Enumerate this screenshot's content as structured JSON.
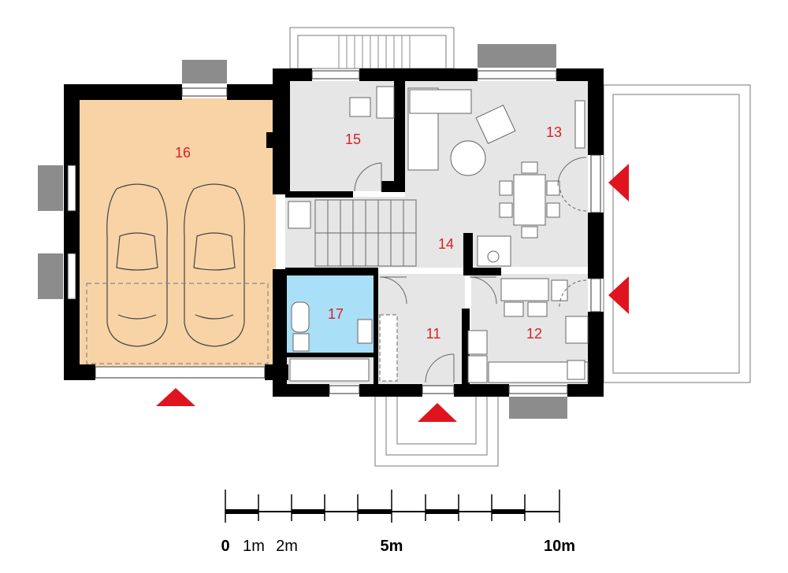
{
  "rooms": [
    {
      "id": "r11",
      "label": "11",
      "color": "#e6e6e6"
    },
    {
      "id": "r12",
      "label": "12",
      "color": "#e6e6e6"
    },
    {
      "id": "r13",
      "label": "13",
      "color": "#e6e6e6"
    },
    {
      "id": "r14",
      "label": "14",
      "color": "#e6e6e6"
    },
    {
      "id": "r15",
      "label": "15",
      "color": "#e6e6e6"
    },
    {
      "id": "r16",
      "label": "16",
      "color": "#f8d3a6"
    },
    {
      "id": "r17",
      "label": "17",
      "color": "#a9dff7"
    }
  ],
  "scale": {
    "labels": {
      "zero": "0",
      "one": "1m",
      "two": "2m",
      "five": "5m",
      "ten": "10m"
    }
  },
  "colors": {
    "entrance_arrow": "#e0141e",
    "wall": "#000000",
    "room_number": "#d8202a"
  }
}
